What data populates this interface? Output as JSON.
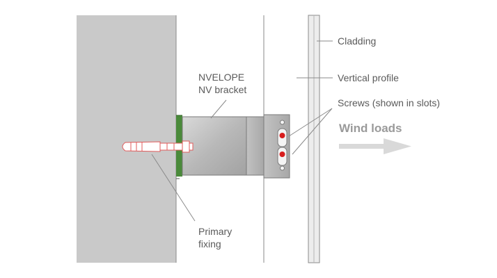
{
  "labels": {
    "bracket_line1": "NVELOPE",
    "bracket_line2": "NV bracket",
    "cladding": "Cladding",
    "vertical_profile": "Vertical profile",
    "screws": "Screws (shown in slots)",
    "wind_loads": "Wind loads",
    "primary_fixing_line1": "Primary",
    "primary_fixing_line2": "fixing"
  },
  "colors": {
    "wall": "#c9c9c9",
    "bracket_green": "#4a8a3a",
    "fixing_outline": "#e05a5a",
    "screw_red": "#d81e1e",
    "arrow": "#d9d9d9"
  }
}
